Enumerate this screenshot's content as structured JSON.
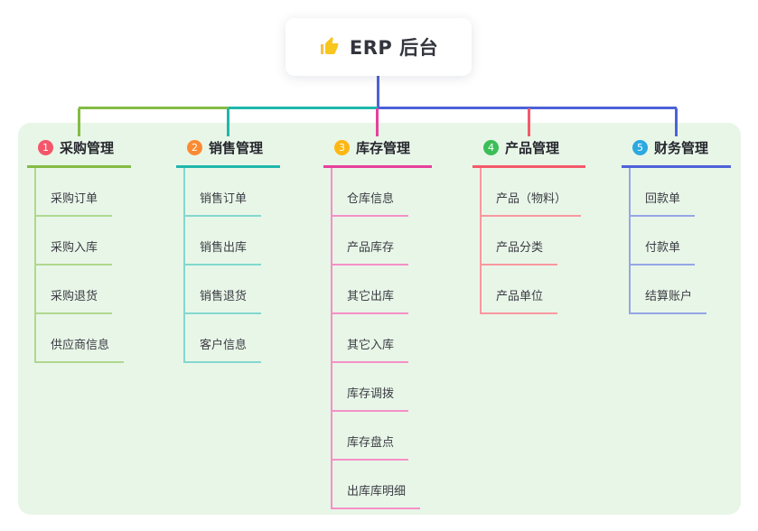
{
  "root": {
    "title": "ERP 后台",
    "icon": "thumbs-up-icon",
    "stem_color": "#4D62D8"
  },
  "panel_color": "#E8F6E8",
  "branches": [
    {
      "number": "1",
      "title": "采购管理",
      "badge_color": "#F4566A",
      "line_color": "#84BC44",
      "child_line_color": "#AFD88E",
      "children": [
        "采购订单",
        "采购入库",
        "采购退货",
        "供应商信息"
      ]
    },
    {
      "number": "2",
      "title": "销售管理",
      "badge_color": "#FB8B33",
      "line_color": "#20B7AC",
      "child_line_color": "#83D8CE",
      "children": [
        "销售订单",
        "销售出库",
        "销售退货",
        "客户信息"
      ]
    },
    {
      "number": "3",
      "title": "库存管理",
      "badge_color": "#FDB713",
      "line_color": "#E7409D",
      "child_line_color": "#F590C6",
      "children": [
        "仓库信息",
        "产品库存",
        "其它出库",
        "其它入库",
        "库存调拨",
        "库存盘点",
        "出库库明细"
      ]
    },
    {
      "number": "4",
      "title": "产品管理",
      "badge_color": "#3CBE58",
      "line_color": "#F45A6A",
      "child_line_color": "#F9989F",
      "children": [
        "产品（物料）",
        "产品分类",
        "产品单位"
      ]
    },
    {
      "number": "5",
      "title": "财务管理",
      "badge_color": "#2BA9E0",
      "line_color": "#4D62D8",
      "child_line_color": "#96A5E5",
      "children": [
        "回款单",
        "付款单",
        "结算账户"
      ]
    }
  ]
}
